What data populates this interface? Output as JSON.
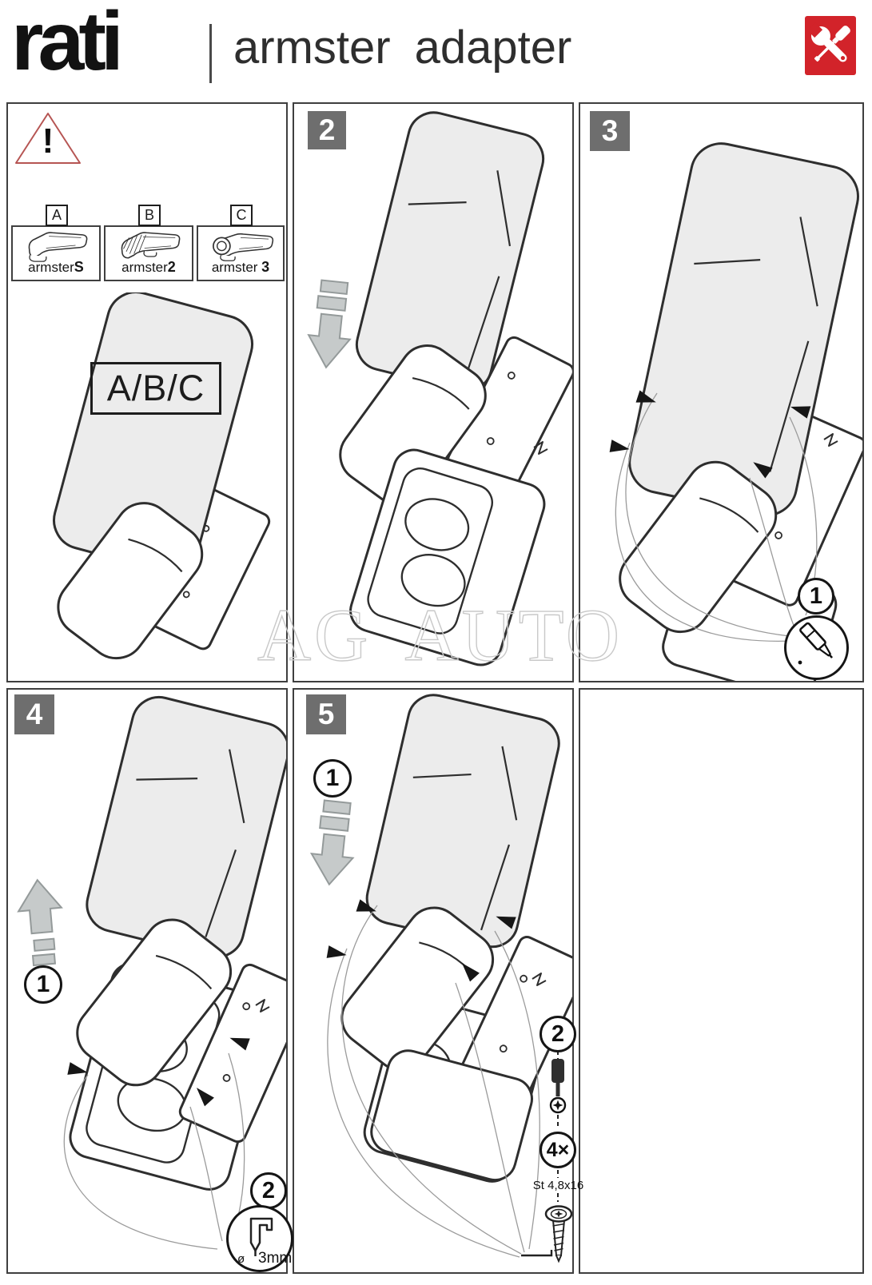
{
  "header": {
    "brand": "rati",
    "title_word1": "armster",
    "title_word2": "adapter"
  },
  "watermark": "AG AUTO",
  "panel_warning": {
    "warning_mark": "!",
    "combined_label": "A/B/C",
    "variants": [
      {
        "key": "A",
        "name": "armster",
        "suffix": "S"
      },
      {
        "key": "B",
        "name": "armster",
        "suffix": "2"
      },
      {
        "key": "C",
        "name": "armster",
        "suffix": "3"
      }
    ]
  },
  "panel_step2": {
    "badge": "2"
  },
  "panel_step3": {
    "badge": "3",
    "step_marker": "1",
    "tool_icon": "marker-pen"
  },
  "panel_step4": {
    "badge": "4",
    "step_marker": "1",
    "callout": "2",
    "tool_icon": "hand-drill",
    "drill_diameter_symbol": "ø",
    "drill_diameter": "3mm"
  },
  "panel_step5": {
    "badge": "5",
    "step_marker": "1",
    "callout": "2",
    "tool_icon": "phillips-screwdriver",
    "quantity": "4×",
    "screw_spec": "St 4,8x16"
  },
  "colors": {
    "accent_red": "#d2232a",
    "badge_grey": "#6e6e6e",
    "line": "#2e2e2e",
    "cushion_grey": "#ececec",
    "watermark_grey": "#c9c9c9",
    "arrow_grey": "#c6caca"
  }
}
